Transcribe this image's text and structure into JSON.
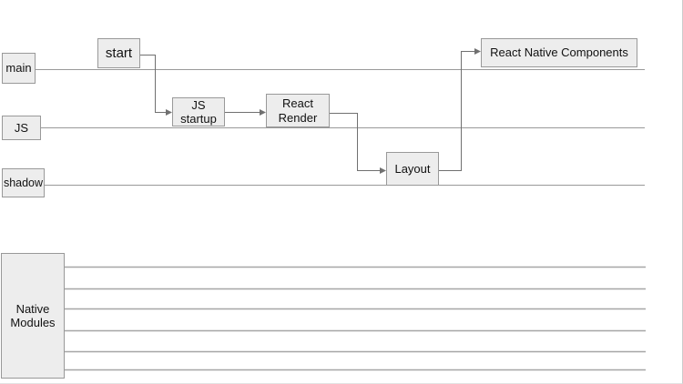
{
  "diagram": {
    "lanes": {
      "main": "main",
      "js": "JS",
      "shadow": "shadow",
      "native_modules": "Native Modules"
    },
    "nodes": {
      "start": "start",
      "js_startup": "JS startup",
      "react_render": "React Render",
      "layout": "Layout",
      "react_native_components": "React Native Components"
    },
    "colors": {
      "box_fill": "#ededed",
      "box_border": "#999999",
      "lane_line": "#999999",
      "connector": "#707070",
      "text": "#111111",
      "frame_border": "#cccccc"
    }
  }
}
